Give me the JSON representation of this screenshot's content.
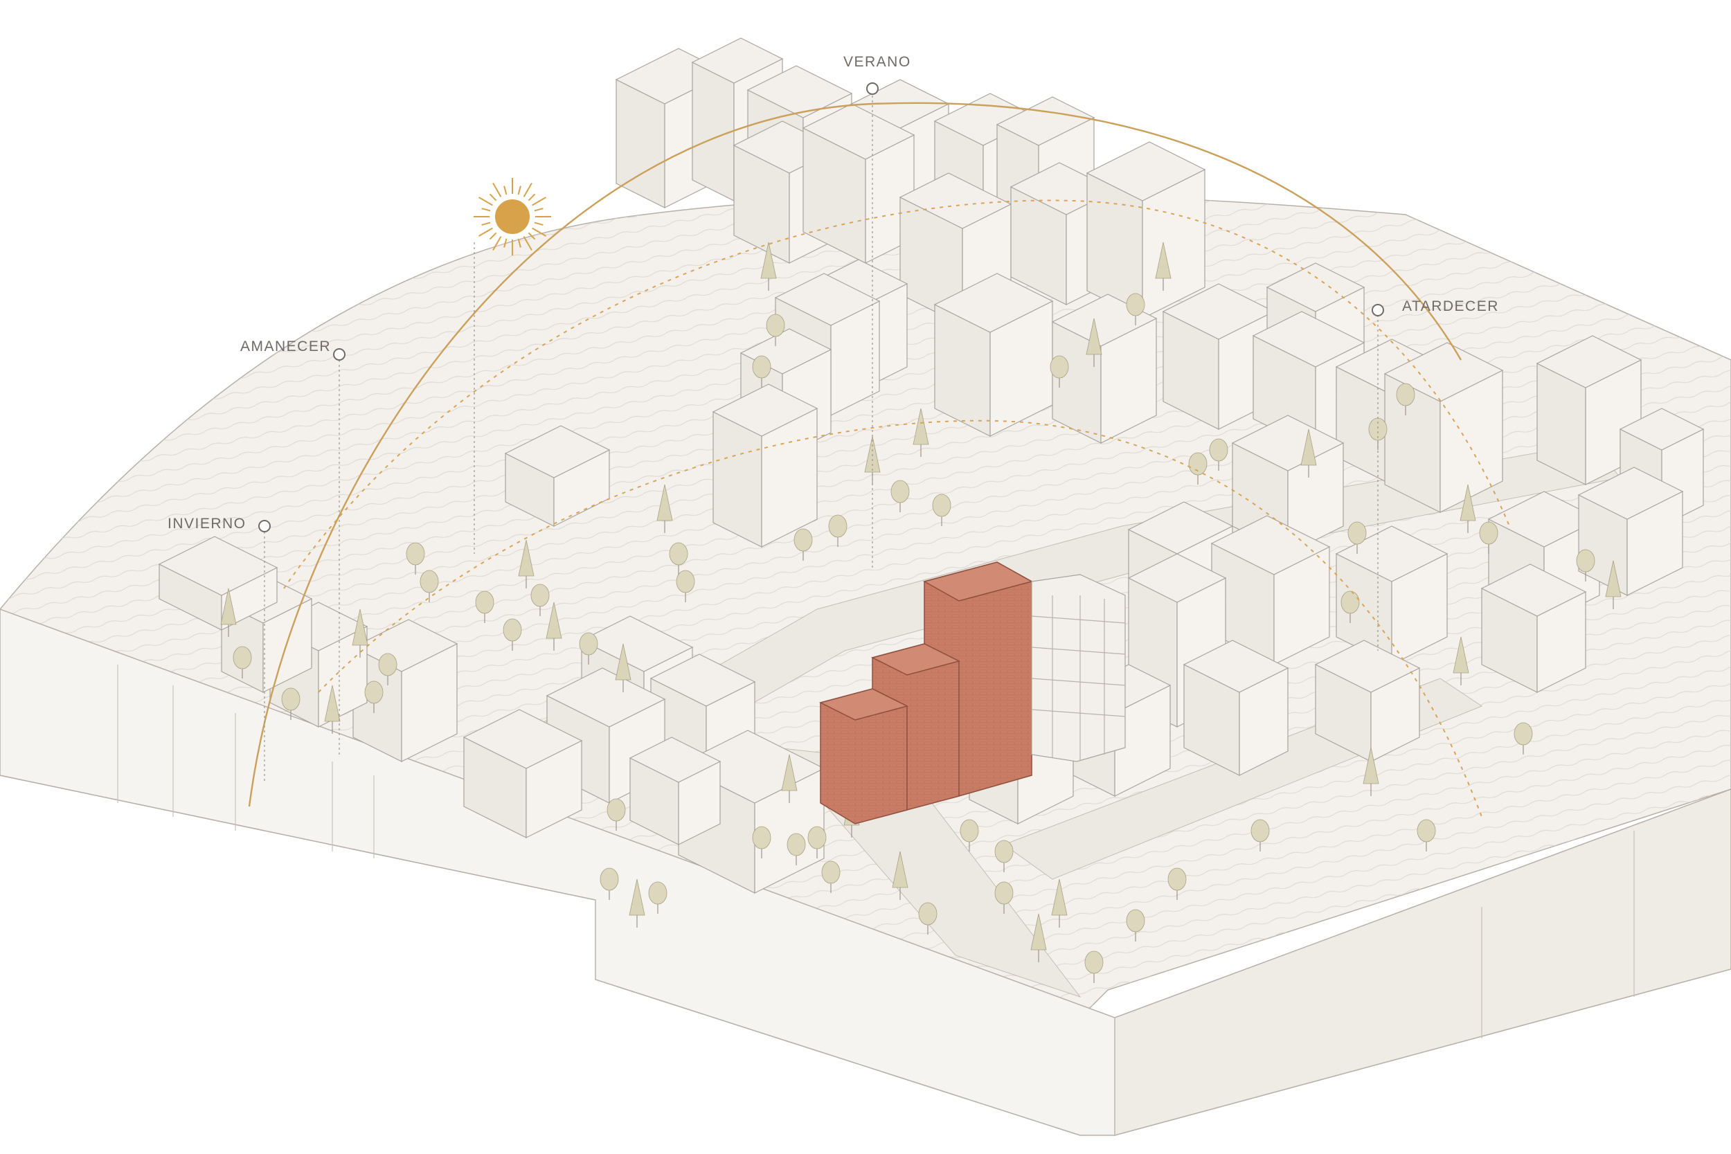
{
  "labels": {
    "verano": "VERANO",
    "amanecer": "AMANECER",
    "atardecer": "ATARDECER",
    "invierno": "INVIERNO"
  },
  "colors": {
    "background": "#ffffff",
    "terrain": "#f3f0eb",
    "terrain_edge": "#b7b0a8",
    "building": "#f1ede8",
    "building_edge": "#a9a39d",
    "target_building": "#c97d66",
    "sun": "#d8a24a",
    "sun_path": "#caa05a",
    "tree": "#d6d1b3",
    "label": "#6f6a65"
  },
  "icons": [
    "sun-icon",
    "sun-marker-icon"
  ]
}
